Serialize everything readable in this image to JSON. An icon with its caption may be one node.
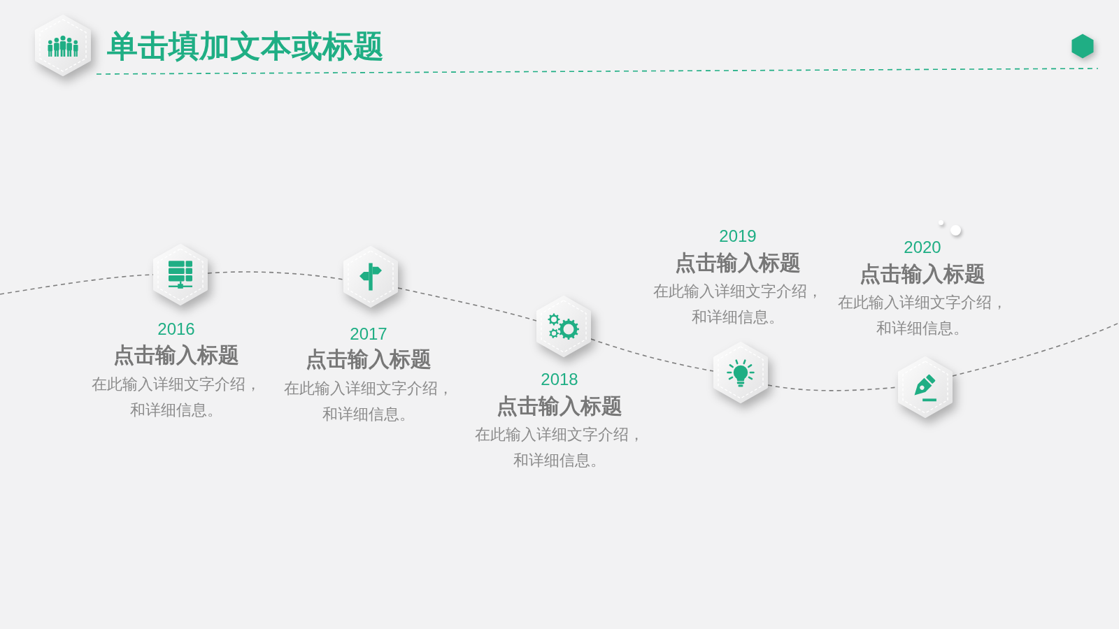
{
  "diagram": {
    "title": "单击填加文本或标题",
    "nodes": [
      {
        "text": [],
        "shape": "hexagon"
      },
      {
        "text": [],
        "shape": "hexagon",
        "beside": [
          "2016",
          "点击输入标题",
          "在此输入详细文字介绍，和详细信息。"
        ]
      },
      {
        "text": [],
        "shape": "hexagon",
        "beside": [
          "2017",
          "点击输入标题",
          "在此输入详细文字介绍，和详细信息。"
        ]
      },
      {
        "text": [],
        "shape": "hexagon",
        "beside": [
          "2018",
          "点击输入标题",
          "在此输入详细文字介绍，和详细信息。"
        ]
      },
      {
        "text": [],
        "shape": "hexagon",
        "beside": [
          "2019",
          "点击输入标题",
          "在此输入详细文字介绍，和详细信息。"
        ]
      },
      {
        "text": [],
        "shape": "hexagon",
        "beside": [
          "2020",
          "点击输入标题",
          "在此输入详细文字介绍，和详细信息。"
        ]
      }
    ],
    "edges": [
      {
        "from": null,
        "to": 1,
        "arrow": "none",
        "style": "dashed"
      },
      {
        "from": 1,
        "to": 2,
        "arrow": "none",
        "style": "dashed"
      },
      {
        "from": 2,
        "to": 3,
        "arrow": "none",
        "style": "dashed"
      },
      {
        "from": 3,
        "to": 4,
        "arrow": "none",
        "style": "dashed"
      },
      {
        "from": 4,
        "to": 5,
        "arrow": "none",
        "style": "dashed"
      },
      {
        "from": 5,
        "to": null,
        "arrow": "none",
        "style": "dashed"
      }
    ]
  }
}
